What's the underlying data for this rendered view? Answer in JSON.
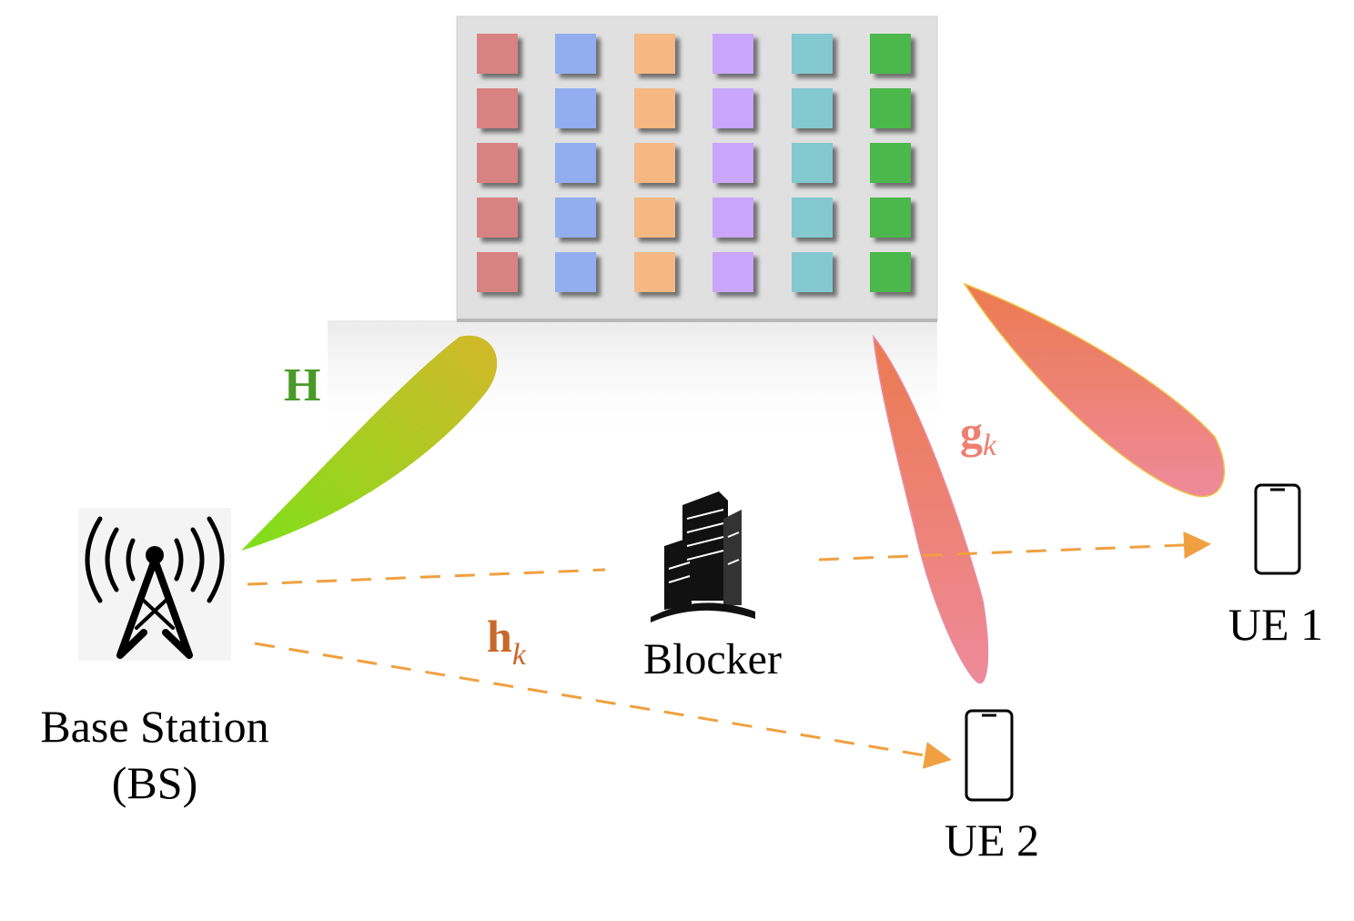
{
  "labels": {
    "channel_bs_ris": "H",
    "channel_ris_ue": "g",
    "channel_ris_ue_sub": "k",
    "channel_direct": "h",
    "channel_direct_sub": "k",
    "blocker": "Blocker",
    "base_station_line1": "Base Station",
    "base_station_line2": "(BS)",
    "ue1": "UE 1",
    "ue2": "UE 2"
  },
  "colors": {
    "H": "#4a9a2a",
    "g": "#ee7f72",
    "h": "#c8692a",
    "dashed": "#f0a040",
    "ris_columns": [
      "#d98282",
      "#93aef0",
      "#f5b882",
      "#c9a6fb",
      "#84c8d0",
      "#4cb84c"
    ]
  },
  "ris": {
    "rows": 5,
    "columns": 6
  }
}
